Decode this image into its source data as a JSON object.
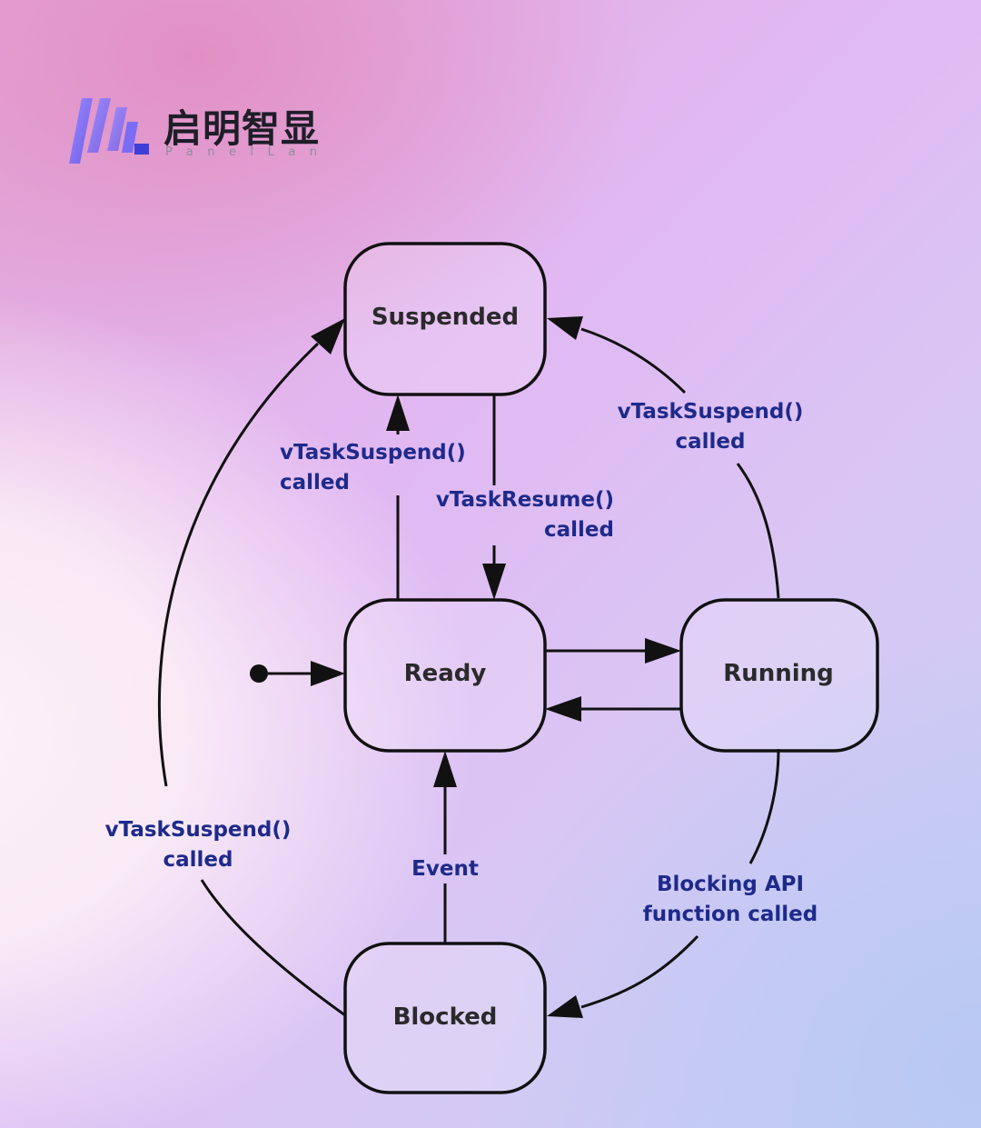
{
  "brand": {
    "name_cn": "启明智显",
    "name_en": "PanelLan",
    "colors": {
      "mark_primary": "#7b6cf6",
      "mark_accent": "#3f3dd8",
      "text": "#1e1e28"
    }
  },
  "diagram": {
    "states": {
      "suspended": "Suspended",
      "ready": "Ready",
      "running": "Running",
      "blocked": "Blocked"
    },
    "edge_labels": {
      "ready_to_suspended": [
        "vTaskSuspend()",
        "called"
      ],
      "suspended_to_ready": [
        "vTaskResume()",
        "called"
      ],
      "running_to_suspended": [
        "vTaskSuspend()",
        "called"
      ],
      "blocked_to_suspended": [
        "vTaskSuspend()",
        "called"
      ],
      "blocked_to_ready": [
        "Event"
      ],
      "running_to_blocked": [
        "Blocking API",
        "function called"
      ]
    },
    "colors": {
      "label": "#1e2a8a",
      "line": "#111111"
    }
  }
}
